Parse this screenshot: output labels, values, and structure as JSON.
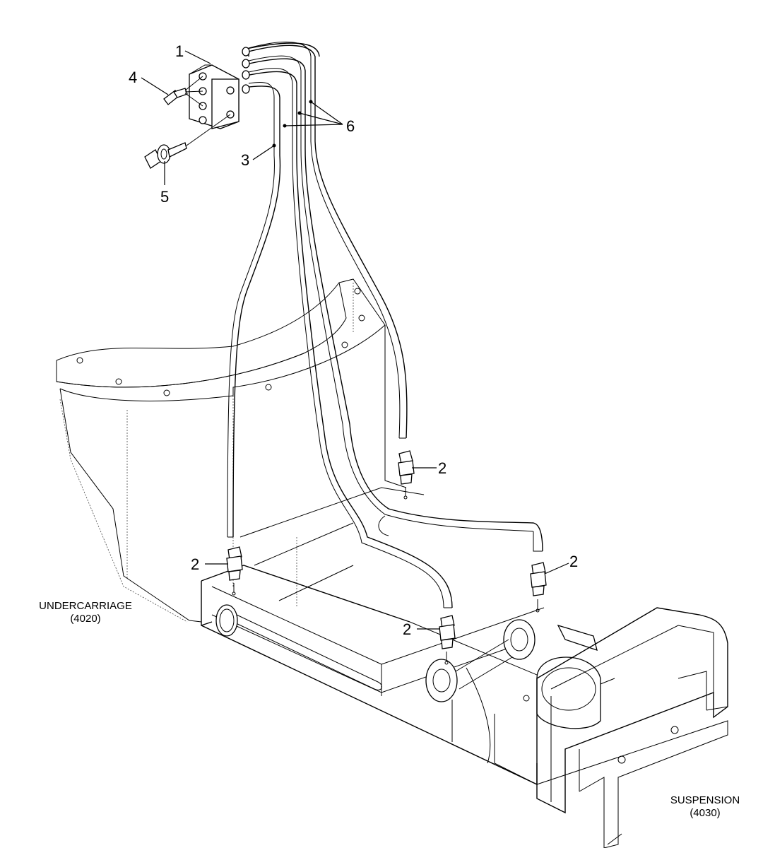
{
  "callouts": {
    "c1": "1",
    "c2a": "2",
    "c2b": "2",
    "c2c": "2",
    "c2d": "2",
    "c3": "3",
    "c4": "4",
    "c5": "5",
    "c6": "6"
  },
  "references": {
    "undercarriage_name": "UNDERCARRIAGE",
    "undercarriage_code": "(4020)",
    "suspension_name": "SUSPENSION",
    "suspension_code": "(4030)"
  }
}
